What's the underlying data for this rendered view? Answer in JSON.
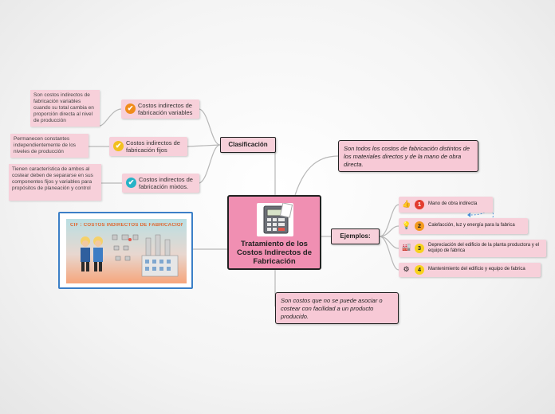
{
  "central": {
    "title": "Tratamiento de los Costos Indirectos de Fabricación",
    "image_icon": "calculator-icon"
  },
  "definition": "Son todos los costos de fabricación distintos de los materiales directos y de la mano de obra directa.",
  "bottom_note": "Son costos que no se puede asociar o costear con facilidad a un producto producido.",
  "clasificacion": {
    "label": "Clasificación",
    "items": [
      {
        "label": "Costos indirectos de fabricación variables",
        "icon": "check-icon",
        "color": "#f08c1c",
        "description": "Son costos indirectos de fabricación variables cuando su total cambia en proporción directa al nivel de producción"
      },
      {
        "label": "Costos indirectos de fabricación fijos",
        "icon": "check-icon",
        "color": "#f2c01e",
        "description": "Permanecen constantes independientemente de los niveles de producción"
      },
      {
        "label": "Costos indirectos de fabricación mixtos.",
        "icon": "check-icon",
        "color": "#27b3c7",
        "description": "Tienen característica de ambos al costear deben de separarse en sus componentes fijos y variables para propósitos de planeación y control"
      }
    ]
  },
  "ejemplos": {
    "label": "Ejemplos:",
    "items": [
      {
        "number": "1",
        "num_color": "#e23b2e",
        "icon": "thumbs-up-icon",
        "text": "Mano de obra indirecta"
      },
      {
        "number": "2",
        "num_color": "#f39a1e",
        "icon": "lightbulb-icon",
        "text": "Calefacción, luz y energía para la fabrica"
      },
      {
        "number": "3",
        "num_color": "#f7d21d",
        "icon": "factory-icon",
        "text": "Depreciación del edificio de la planta productora y el equipo de fabrica"
      },
      {
        "number": "4",
        "num_color": "#f7d21d",
        "icon": "gear-icon",
        "text": "Mantenimiento del edificio y equipo de fabrica"
      }
    ]
  },
  "image_card": {
    "banner_title": "CIF : COSTOS INDIRECTOS DE FABRICACIÓN",
    "icon": "factory-illustration-icon"
  },
  "colors": {
    "central_fill": "#f08fb2",
    "node_fill": "#f7d0da",
    "image_border": "#3b7fc7"
  }
}
